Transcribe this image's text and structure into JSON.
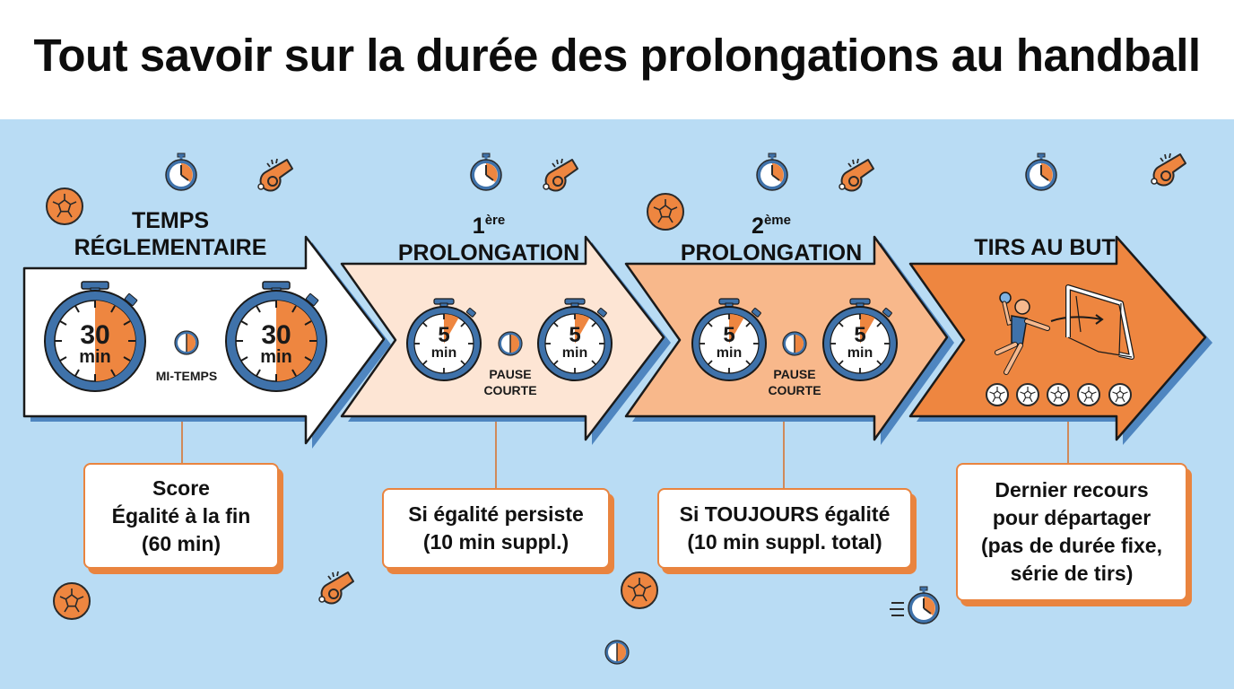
{
  "title": "Tout savoir sur la durée des prolongations au handball",
  "colors": {
    "background": "#b9dcf4",
    "header": "#ffffff",
    "accent_orange": "#e9843f",
    "clock_blue": "#3f72aa",
    "stage1_fill": "#ffffff",
    "stage2_fill": "#fde5d4",
    "stage3_fill": "#f8b88b",
    "stage4_fill": "#ee8640"
  },
  "stages": [
    {
      "title_line1": "TEMPS",
      "title_line2": "RÉGLEMENTAIRE",
      "clock_left": {
        "value": "30",
        "unit": "min"
      },
      "clock_right": {
        "value": "30",
        "unit": "min"
      },
      "middle_label": "MI-TEMPS",
      "card": [
        "Score",
        "Égalité à la fin",
        "(60 min)"
      ]
    },
    {
      "title_num": "1",
      "title_sup": "ère",
      "title_line2": "PROLONGATION",
      "clock_left": {
        "value": "5",
        "unit": "min"
      },
      "clock_right": {
        "value": "5",
        "unit": "min"
      },
      "middle_label_line1": "PAUSE",
      "middle_label_line2": "COURTE",
      "card": [
        "Si égalité persiste",
        "(10 min suppl.)"
      ]
    },
    {
      "title_num": "2",
      "title_sup": "ème",
      "title_line2": "PROLONGATION",
      "clock_left": {
        "value": "5",
        "unit": "min"
      },
      "clock_right": {
        "value": "5",
        "unit": "min"
      },
      "middle_label_line1": "PAUSE",
      "middle_label_line2": "COURTE",
      "card": [
        "Si TOUJOURS égalité",
        "(10 min suppl. total)"
      ]
    },
    {
      "title_line2": "TIRS AU BUT",
      "ball_count": 5,
      "card": [
        "Dernier recours",
        "pour départager",
        "(pas de durée fixe,",
        "série de tirs)"
      ]
    }
  ]
}
